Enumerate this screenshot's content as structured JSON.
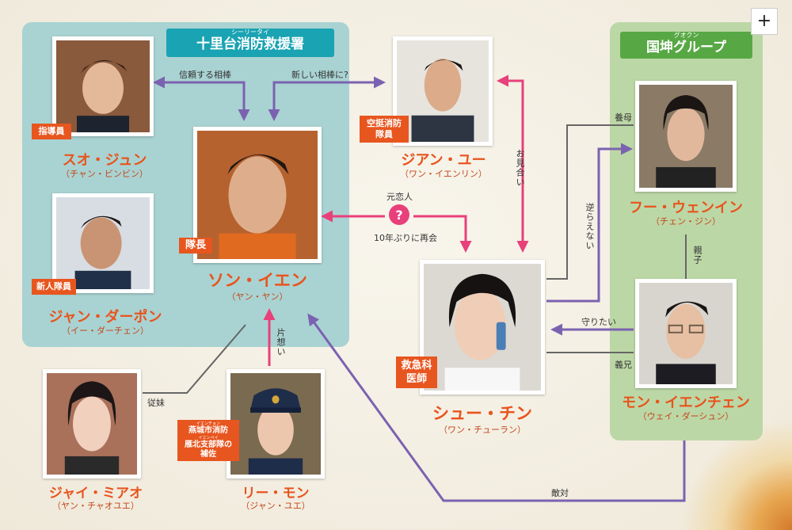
{
  "groups": {
    "rescue": {
      "ruby": "シーリータイ",
      "title": "十里台消防救援署"
    },
    "corp": {
      "ruby": "グオクン",
      "title": "国坤グループ"
    }
  },
  "colors": {
    "purple": "#7b62b0",
    "pink": "#e8407a",
    "gray": "#555555",
    "orange": "#e8541d"
  },
  "characters": {
    "suo": {
      "name": "スオ・ジュン",
      "actor": "（チャン・ビンビン）",
      "tag": "指導員"
    },
    "jiang": {
      "name": "ジャン・ダーポン",
      "actor": "（イー・ダーチェン）",
      "tag": "新人隊員"
    },
    "song": {
      "name": "ソン・イエン",
      "actor": "（ヤン・ヤン）",
      "tag": "隊長"
    },
    "jian": {
      "name": "ジアン・ユー",
      "actor": "（ワン・イエンリン）",
      "tag_lines": [
        "空挺消防",
        "隊員"
      ]
    },
    "shu": {
      "name": "シュー・チン",
      "actor": "（ワン・チューラン）",
      "tag_lines": [
        "救急科",
        "医師"
      ]
    },
    "fu": {
      "name": "フー・ウェンイン",
      "actor": "（チェン・ジン）"
    },
    "meng": {
      "name": "モン・イエンチェン",
      "actor": "（ウェイ・ダーシュン）"
    },
    "jai": {
      "name": "ジャイ・ミアオ",
      "actor": "（ヤン・チャオユエ）"
    },
    "li": {
      "name": "リー・モン",
      "actor": "（ジャン・ユエ）",
      "tag_lines": [
        "燕城市消防",
        "雁北支部隊の",
        "補佐"
      ],
      "tag_rubies": [
        "イエンチョン",
        "イエンペイ"
      ]
    }
  },
  "relations": {
    "trusted": "信頼する相棒",
    "new_partner": "新しい相棒に?",
    "ex_lover": "元恋人",
    "reunion": "10年ぶりに再会",
    "omiai": "お見合い",
    "adoptive_mother": "養母",
    "cannot_defy": "逆らえない",
    "parent_child": "親子",
    "want_to_protect": "守りたい",
    "brother_in_law": "義兄",
    "unrequited": "片想い",
    "cousin": "従妹",
    "rival": "敵対"
  },
  "ui": {
    "plus_label": "+"
  }
}
